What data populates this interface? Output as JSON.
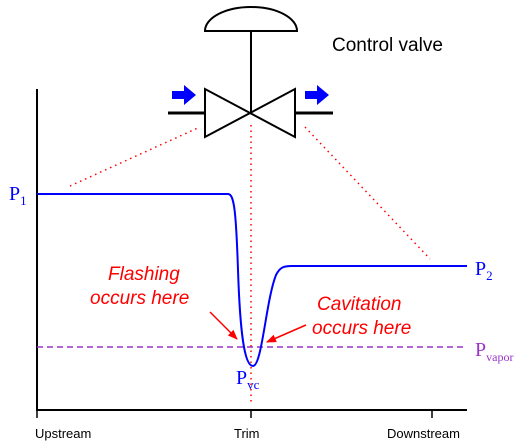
{
  "diagram": {
    "title": "Control valve",
    "labels": {
      "p1": "P",
      "p1_sub": "1",
      "p2": "P",
      "p2_sub": "2",
      "pvc": "P",
      "pvc_sub": "vc",
      "pvapor": "P",
      "pvapor_sub": "vapor"
    },
    "annotations": {
      "flashing_line1": "Flashing",
      "flashing_line2": "occurs here",
      "cavitation_line1": "Cavitation",
      "cavitation_line2": "occurs here"
    },
    "x_axis_ticks": [
      "Upstream",
      "Trim",
      "Downstream"
    ],
    "colors": {
      "pressure_curve": "#0000ff",
      "flow_arrow": "#0000ff",
      "vapor_line": "#9933cc",
      "annotation": "#ff0000",
      "guide_lines": "#ff0000",
      "valve": "#000000"
    }
  }
}
